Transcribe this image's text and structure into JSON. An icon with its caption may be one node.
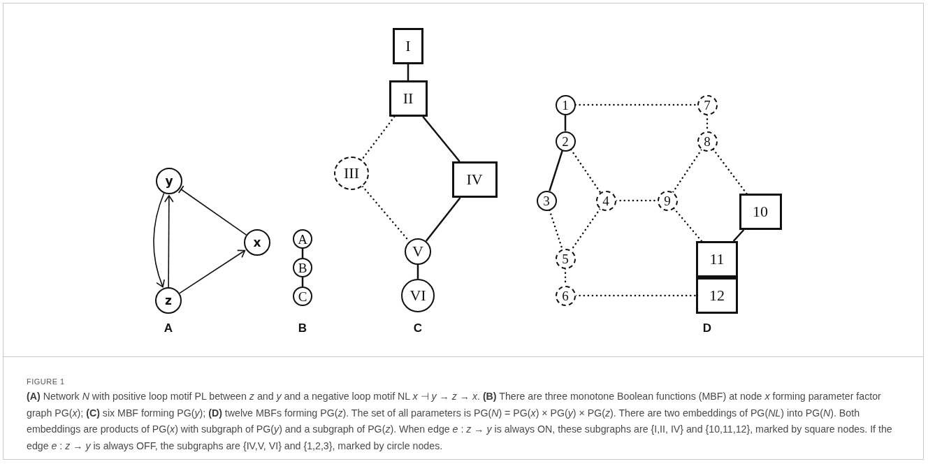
{
  "diagram": {
    "caption": "**(A)** Network *N* with positive loop motif PL between *z* and *y* and a negative loop motif NL *x* ⊣ *y* → *z* → *x*. **(B)** There are three monotone Boolean functions (MBF) at node *x* forming parameter factor graph PG(*x*); **(C)** six MBF forming PG(*y*); **(D)** twelve MBFs forming PG(*z*). The set of all parameters is PG(*N*) = PG(*x*) × PG(*y*) × PG(*z*). There are two embeddings of PG(*NL*) into PG(*N*). Both embeddings are products of PG(*x*) with subgraph of PG(*y*) and a subgraph of PG(*z*). When edge *e* : *z* → *y* is always ON, these subgraphs are {I,II, IV} and {10,11,12}, marked by square nodes. If the edge *e* : *z* → *y* is always OFF, the subgraphs are {IV,V, VI} and {1,2,3}, marked by circle nodes.",
    "nodes": [
      {
        "text": [
          "y"
        ]
      },
      {
        "text": [
          "z"
        ]
      },
      {
        "text": [
          "x"
        ]
      },
      {
        "text": [
          "A"
        ]
      },
      {
        "text": [
          "B"
        ]
      },
      {
        "text": [
          "C"
        ]
      },
      {
        "text": [
          "I"
        ]
      },
      {
        "text": [
          "II"
        ]
      },
      {
        "text": [
          "III"
        ]
      },
      {
        "text": [
          "IV"
        ]
      },
      {
        "text": [
          "V"
        ]
      },
      {
        "text": [
          "VI"
        ]
      },
      {
        "text": [
          "1"
        ]
      },
      {
        "text": [
          "7"
        ]
      },
      {
        "text": [
          "2"
        ]
      },
      {
        "text": [
          "8"
        ]
      },
      {
        "text": [
          "3"
        ]
      },
      {
        "text": [
          "4"
        ]
      },
      {
        "text": [
          "9"
        ]
      },
      {
        "text": [
          "10"
        ]
      },
      {
        "text": [
          "5"
        ]
      },
      {
        "text": [
          "11"
        ]
      },
      {
        "text": [
          "6"
        ]
      },
      {
        "text": [
          "12"
        ]
      }
    ],
    "edges": [
      {
        "from": 0,
        "to": 1,
        "arrow": "to"
      },
      {
        "from": 1,
        "to": 0,
        "arrow": "to"
      },
      {
        "from": 2,
        "to": 0,
        "arrow": "other"
      },
      {
        "from": 1,
        "to": 2,
        "arrow": "to"
      },
      {
        "from": 3,
        "to": 4,
        "arrow": "none"
      },
      {
        "from": 4,
        "to": 5,
        "arrow": "none"
      },
      {
        "from": 6,
        "to": 7,
        "arrow": "none"
      },
      {
        "from": 7,
        "to": 8,
        "arrow": "none",
        "style": "dashed"
      },
      {
        "from": 7,
        "to": 9,
        "arrow": "none"
      },
      {
        "from": 8,
        "to": 10,
        "arrow": "none",
        "style": "dashed"
      },
      {
        "from": 9,
        "to": 10,
        "arrow": "none"
      },
      {
        "from": 10,
        "to": 11,
        "arrow": "none"
      },
      {
        "from": 12,
        "to": 13,
        "arrow": "none",
        "style": "dashed"
      },
      {
        "from": 12,
        "to": 14,
        "arrow": "none"
      },
      {
        "from": 13,
        "to": 15,
        "arrow": "none",
        "style": "dashed"
      },
      {
        "from": 14,
        "to": 16,
        "arrow": "none"
      },
      {
        "from": 14,
        "to": 17,
        "arrow": "none",
        "style": "dashed"
      },
      {
        "from": 15,
        "to": 18,
        "arrow": "none",
        "style": "dashed"
      },
      {
        "from": 15,
        "to": 19,
        "arrow": "none",
        "style": "dashed"
      },
      {
        "from": 16,
        "to": 20,
        "arrow": "none",
        "style": "dashed"
      },
      {
        "from": 17,
        "to": 20,
        "arrow": "none",
        "style": "dashed"
      },
      {
        "from": 17,
        "to": 18,
        "arrow": "none",
        "style": "dashed"
      },
      {
        "from": 18,
        "to": 21,
        "arrow": "none",
        "style": "dashed"
      },
      {
        "from": 19,
        "to": 21,
        "arrow": "none"
      },
      {
        "from": 20,
        "to": 22,
        "arrow": "none",
        "style": "dashed"
      },
      {
        "from": 22,
        "to": 23,
        "arrow": "none",
        "style": "dashed"
      }
    ],
    "labels": [
      "A",
      "B",
      "C",
      "D",
      "FIGURE 1"
    ]
  }
}
